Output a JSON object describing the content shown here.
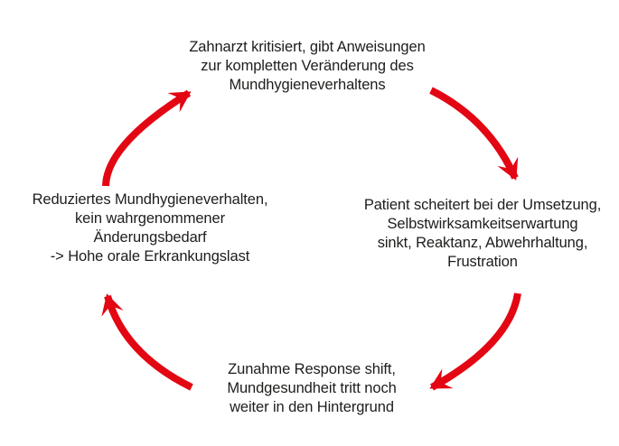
{
  "colors": {
    "arrow": "#e30613",
    "text": "#1d1d1b",
    "background": "#ffffff"
  },
  "cycle": {
    "steps": [
      {
        "id": "top",
        "lines": [
          "Zahnarzt kritisiert, gibt Anweisungen",
          "zur kompletten Veränderung des",
          "Mundhygieneverhaltens"
        ]
      },
      {
        "id": "right",
        "lines": [
          "Patient scheitert bei der Umsetzung,",
          "Selbstwirksamkeitserwartung",
          "sinkt, Reaktanz, Abwehrhaltung,",
          "Frustration"
        ]
      },
      {
        "id": "bottom",
        "lines": [
          "Zunahme Response shift,",
          "Mundgesundheit tritt noch",
          "weiter in den Hintergrund"
        ]
      },
      {
        "id": "left",
        "lines": [
          "Reduziertes Mundhygieneverhalten,",
          "kein wahrgenommener",
          "Änderungsbedarf",
          "-> Hohe orale Erkrankungslast"
        ]
      }
    ],
    "arrows": [
      {
        "from": "top",
        "to": "right"
      },
      {
        "from": "right",
        "to": "bottom"
      },
      {
        "from": "bottom",
        "to": "left"
      },
      {
        "from": "left",
        "to": "top"
      }
    ]
  }
}
